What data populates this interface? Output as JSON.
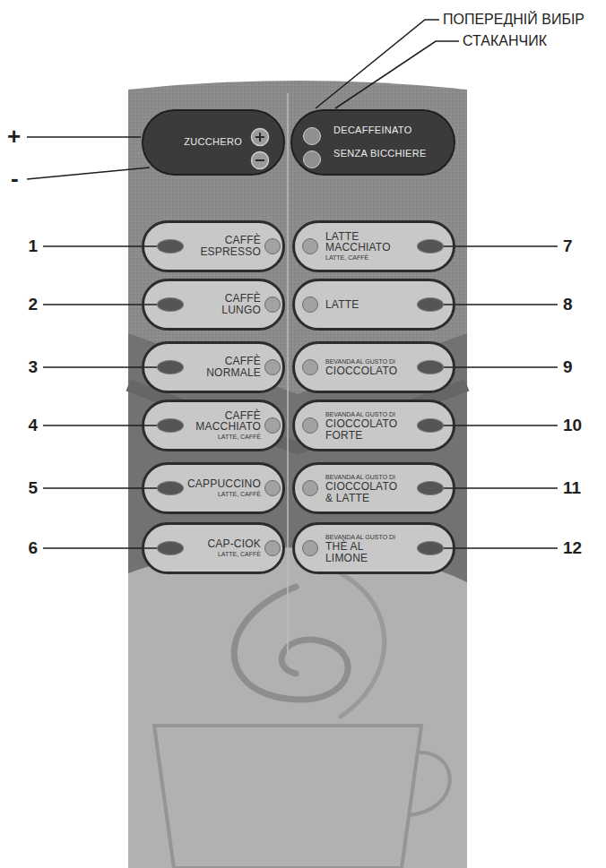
{
  "diagram": {
    "nodes": [
      {
        "text": [
          "ZUCCHERO"
        ]
      },
      {
        "text": [
          "DECAFFEINATO",
          "SENZA BICCHIERE"
        ]
      },
      {
        "text": [
          "CAFFÈ ESPRESSO"
        ]
      },
      {
        "text": [
          "CAFFÈ LUNGO"
        ]
      },
      {
        "text": [
          "CAFFÈ NORMALE"
        ]
      },
      {
        "text": [
          "CAFFÈ MACCHIATO",
          "LATTE, CAFFÈ"
        ]
      },
      {
        "text": [
          "CAPPUCCINO",
          "LATTE, CAFFÈ"
        ]
      },
      {
        "text": [
          "CAP-CIOK",
          "LATTE, CAFFÈ"
        ]
      },
      {
        "text": [
          "LATTE MACCHIATO",
          "LATTE, CAFFÈ"
        ]
      },
      {
        "text": [
          "LATTE"
        ]
      },
      {
        "text": [
          "BEVANDA AL GUSTO DI",
          "CIOCCOLATO"
        ]
      },
      {
        "text": [
          "BEVANDA AL GUSTO DI",
          "CIOCCOLATO FORTE"
        ]
      },
      {
        "text": [
          "BEVANDA AL GUSTO DI",
          "CIOCCOLATO & LATTE"
        ]
      },
      {
        "text": [
          "BEVANDA AL GUSTO DI",
          "THÈ AL LIMONE"
        ]
      }
    ],
    "labels": [
      "ПОПЕРЕДНІЙ ВИБІР",
      "СТАКАНЧИК",
      "+",
      "-",
      "1",
      "2",
      "3",
      "4",
      "5",
      "6",
      "7",
      "8",
      "9",
      "10",
      "11",
      "12"
    ]
  }
}
